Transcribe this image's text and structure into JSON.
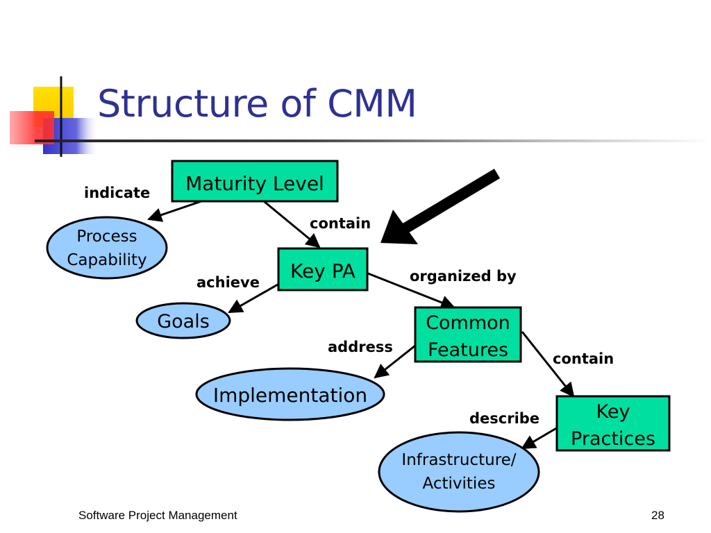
{
  "slide": {
    "title": "Structure of CMM",
    "footer_left": "Software Project Management",
    "page_number": "28"
  },
  "colors": {
    "title": "#2e3192",
    "box_fill": "#00dfa0",
    "ellipse_fill": "#99ccff",
    "deco_yellow": "#ffd700",
    "deco_red": "#ff4040",
    "deco_blue": "#3333cc"
  },
  "nodes": {
    "maturity_level": "Maturity Level",
    "process_capability": [
      "Process",
      "Capability"
    ],
    "key_pa": "Key PA",
    "goals": "Goals",
    "common_features": [
      "Common",
      "Features"
    ],
    "implementation": "Implementation",
    "key_practices": [
      "Key",
      "Practices"
    ],
    "infrastructure_activities": [
      "Infrastructure/",
      "Activities"
    ]
  },
  "edges": {
    "indicate": "indicate",
    "contain_1": "contain",
    "achieve": "achieve",
    "organized_by": "organized by",
    "address": "address",
    "contain_2": "contain",
    "describe": "describe"
  }
}
